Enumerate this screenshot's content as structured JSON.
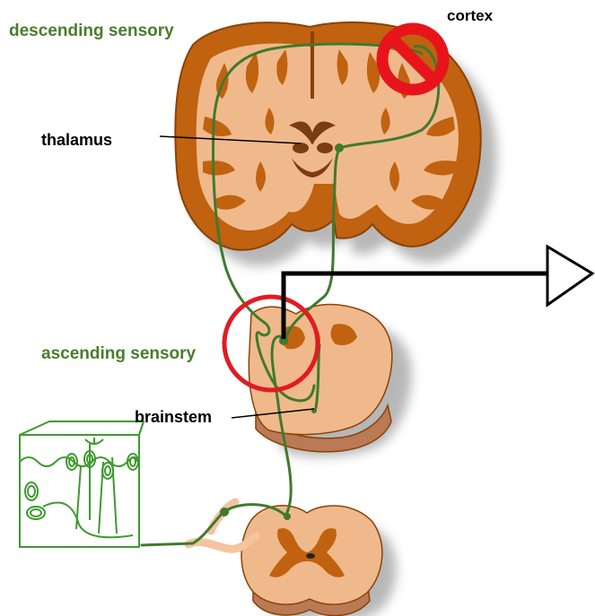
{
  "labels": {
    "descending": "descending sensory",
    "cortex": "cortex",
    "thalamus": "thalamus",
    "ascending": "ascending sensory",
    "brainstem": "brainstem"
  },
  "colors": {
    "pathway_green": "#3f7a2e",
    "label_green": "#4a7d2a",
    "tissue_light": "#f0b98c",
    "tissue_dark": "#c0620f",
    "tissue_outline": "#8a4206",
    "nucleus_brown": "#7a3c10",
    "prohibition_red": "#e8141c",
    "highlight_red": "#e11b22",
    "arrow_black": "#000000",
    "shadow_gray": "#9a9a9a"
  },
  "icons": {
    "prohibition": "no-entry-icon",
    "arrow": "right-arrow-icon",
    "skin_inset": "skin-receptor-inset-icon"
  }
}
